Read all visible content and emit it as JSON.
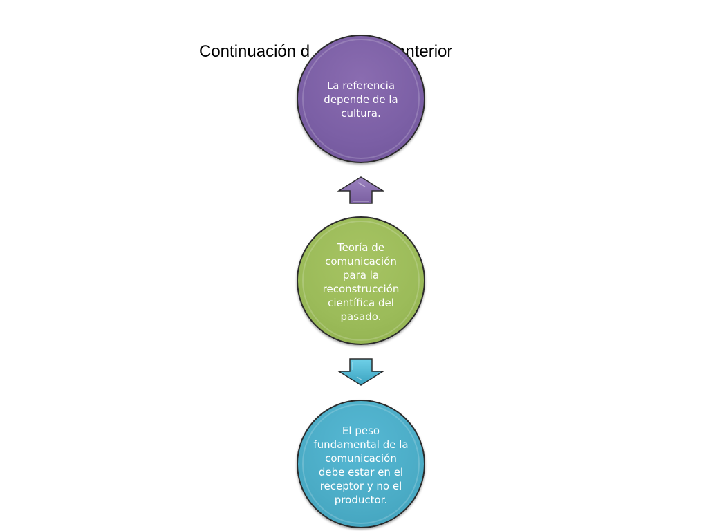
{
  "slide": {
    "title_fragments": [
      "Continuación d",
      "anterior"
    ]
  },
  "diagram": {
    "nodes": [
      {
        "id": "top",
        "text": "La referencia depende de la cultura.",
        "color": "#7e64a6"
      },
      {
        "id": "middle",
        "text": "Teoría de comunicación para la reconstrucción científica del pasado.",
        "color": "#9bbb59"
      },
      {
        "id": "bottom",
        "text": "El peso fundamental de la comunicación debe estar en el receptor y no el productor.",
        "color": "#4bacc6"
      }
    ],
    "arrows": [
      {
        "from": "middle",
        "to": "top",
        "direction": "up",
        "color": "#8064a2"
      },
      {
        "from": "middle",
        "to": "bottom",
        "direction": "down",
        "color": "#4bacc6"
      }
    ]
  }
}
